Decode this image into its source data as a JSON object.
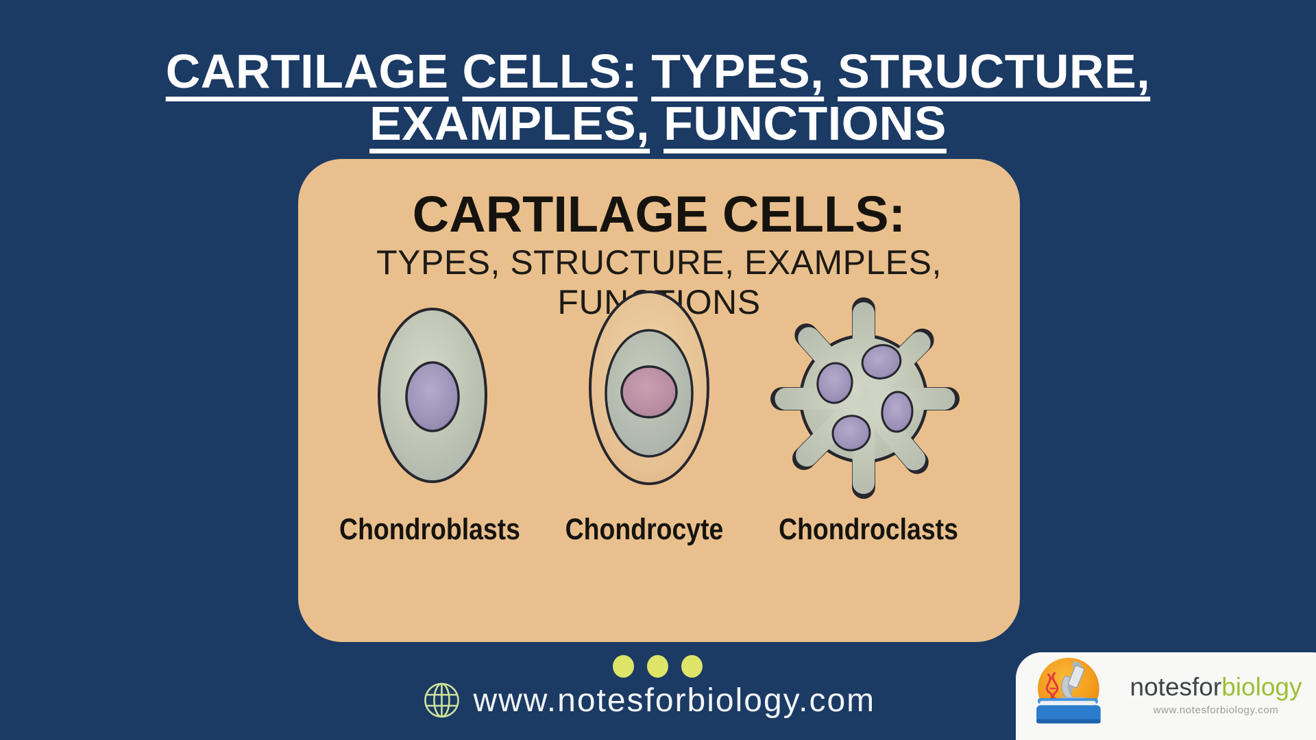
{
  "poster": {
    "title_line1": "CARTILAGE CELLS: TYPES, STRUCTURE,",
    "title_line2": "EXAMPLES, FUNCTIONS"
  },
  "card": {
    "heading": "CARTILAGE CELLS:",
    "subheading": "TYPES, STRUCTURE, EXAMPLES, FUNCTIONS",
    "cells": [
      {
        "name": "chondroblast",
        "label": "Chondroblasts"
      },
      {
        "name": "chondrocyte",
        "label": "Chondrocyte"
      },
      {
        "name": "chondroclast",
        "label": "Chondroclasts"
      }
    ]
  },
  "footer": {
    "website": "www.notesforbiology.com"
  },
  "logo": {
    "brand_dark": "notesfor",
    "brand_green": "biology",
    "website": "www.notesforbiology.com"
  },
  "colors": {
    "background": "#1b3a64",
    "card": "#e9c08d",
    "title_text": "#ffffff",
    "card_text": "#16130f",
    "dot": "#dde468",
    "globe": "#cfe29a",
    "logo_green": "#9cbf35",
    "logo_dark": "#3e4347",
    "logo_orange": "#f2991c",
    "cell_body": "#bcc2b2",
    "cell_outline": "#26262e",
    "nucleus_purple": "#9c92b8",
    "nucleus_pink": "#bb8fa4",
    "cyte_outer": "#e6c191",
    "book_blue": "#2b7ccc",
    "dna_red": "#e23b3b"
  }
}
